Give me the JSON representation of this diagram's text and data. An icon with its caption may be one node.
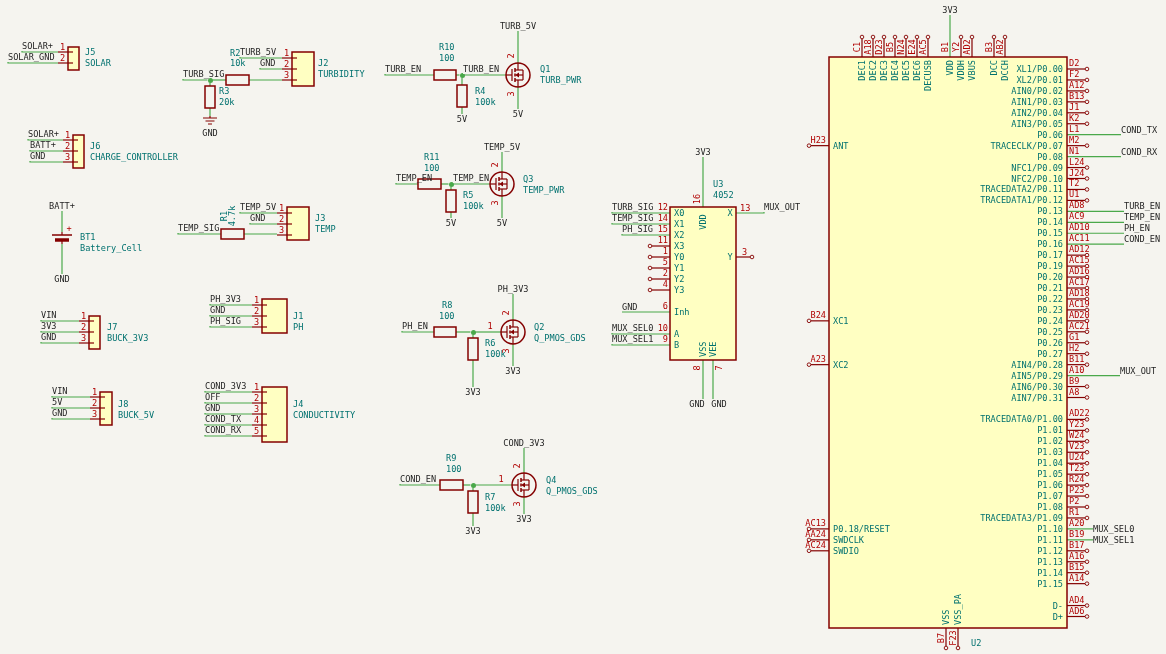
{
  "diagram": {
    "nodes": [
      {
        "text": [
          "SOLAR+"
        ]
      },
      {
        "text": [
          "SOLAR_GND"
        ]
      },
      {
        "text": [
          "J5",
          "SOLAR"
        ],
        "beside": [
          "1",
          "2"
        ]
      },
      {
        "text": [
          "TURB_SIG"
        ]
      },
      {
        "text": [
          "R2",
          "10k"
        ]
      },
      {
        "text": [
          "R3",
          "20k"
        ]
      },
      {
        "text": [
          "GND"
        ]
      },
      {
        "text": [
          "TURB_5V"
        ]
      },
      {
        "text": [
          "GND"
        ]
      },
      {
        "text": [
          "J2",
          "TURBIDITY"
        ],
        "beside": [
          "1",
          "2",
          "3"
        ]
      },
      {
        "text": [
          "SOLAR+"
        ]
      },
      {
        "text": [
          "BATT+"
        ]
      },
      {
        "text": [
          "GND"
        ]
      },
      {
        "text": [
          "J6",
          "CHARGE_CONTROLLER"
        ],
        "beside": [
          "1",
          "2",
          "3"
        ]
      },
      {
        "text": [
          "BATT+"
        ]
      },
      {
        "text": [
          "BT1",
          "Battery_Cell"
        ],
        "beside": [
          "+"
        ]
      },
      {
        "text": [
          "GND"
        ]
      },
      {
        "text": [
          "TEMP_SIG"
        ]
      },
      {
        "text": [
          "R1",
          "4.7k"
        ]
      },
      {
        "text": [
          "TEMP_5V"
        ]
      },
      {
        "text": [
          "GND"
        ]
      },
      {
        "text": [
          "J3",
          "TEMP"
        ],
        "beside": [
          "1",
          "2",
          "3"
        ]
      },
      {
        "text": [
          "VIN"
        ]
      },
      {
        "text": [
          "3V3"
        ]
      },
      {
        "text": [
          "GND"
        ]
      },
      {
        "text": [
          "J7",
          "BUCK_3V3"
        ],
        "beside": [
          "1",
          "2",
          "3"
        ]
      },
      {
        "text": [
          "PH_3V3"
        ]
      },
      {
        "text": [
          "GND"
        ]
      },
      {
        "text": [
          "PH_SIG"
        ]
      },
      {
        "text": [
          "J1",
          "PH"
        ],
        "beside": [
          "1",
          "2",
          "3"
        ]
      },
      {
        "text": [
          "VIN"
        ]
      },
      {
        "text": [
          "5V"
        ]
      },
      {
        "text": [
          "GND"
        ]
      },
      {
        "text": [
          "J8",
          "BUCK_5V"
        ],
        "beside": [
          "1",
          "2",
          "3"
        ]
      },
      {
        "text": [
          "COND_3V3"
        ]
      },
      {
        "text": [
          "OFF"
        ]
      },
      {
        "text": [
          "GND"
        ]
      },
      {
        "text": [
          "COND_TX"
        ]
      },
      {
        "text": [
          "COND_RX"
        ]
      },
      {
        "text": [
          "J4",
          "CONDUCTIVITY"
        ],
        "beside": [
          "1",
          "2",
          "3",
          "4",
          "5"
        ]
      },
      {
        "text": [
          "TURB_EN"
        ]
      },
      {
        "text": [
          "R10",
          "100"
        ]
      },
      {
        "text": [
          "R4",
          "100k"
        ]
      },
      {
        "text": [
          "5V"
        ]
      },
      {
        "text": [
          "TURB_5V"
        ]
      },
      {
        "text": [
          "Q1",
          "TURB_PWR"
        ],
        "beside": [
          "2",
          "3"
        ]
      },
      {
        "text": [
          "5V"
        ]
      },
      {
        "text": [
          "TEMP_EN"
        ]
      },
      {
        "text": [
          "R11",
          "100"
        ]
      },
      {
        "text": [
          "R5",
          "100k"
        ]
      },
      {
        "text": [
          "5V"
        ]
      },
      {
        "text": [
          "TEMP_5V"
        ]
      },
      {
        "text": [
          "Q3",
          "TEMP_PWR"
        ],
        "beside": [
          "2",
          "3"
        ]
      },
      {
        "text": [
          "5V"
        ]
      },
      {
        "text": [
          "PH_EN"
        ]
      },
      {
        "text": [
          "R8",
          "100"
        ]
      },
      {
        "text": [
          "R6",
          "100k"
        ]
      },
      {
        "text": [
          "3V3"
        ]
      },
      {
        "text": [
          "PH_3V3"
        ]
      },
      {
        "text": [
          "Q2",
          "Q_PMOS_GDS"
        ],
        "beside": [
          "1",
          "2",
          "3"
        ]
      },
      {
        "text": [
          "3V3"
        ]
      },
      {
        "text": [
          "COND_EN"
        ]
      },
      {
        "text": [
          "R9",
          "100"
        ]
      },
      {
        "text": [
          "R7",
          "100k"
        ]
      },
      {
        "text": [
          "3V3"
        ]
      },
      {
        "text": [
          "COND_3V3"
        ]
      },
      {
        "text": [
          "Q4",
          "Q_PMOS_GDS"
        ],
        "beside": [
          "1",
          "2",
          "3"
        ]
      },
      {
        "text": [
          "3V3"
        ]
      },
      {
        "text": [
          "3V3"
        ]
      },
      {
        "text": [
          "TURB_SIG"
        ]
      },
      {
        "text": [
          "TEMP_SIG"
        ]
      },
      {
        "text": [
          "PH_SIG"
        ]
      },
      {
        "text": [
          "GND"
        ]
      },
      {
        "text": [
          "MUX_SEL0"
        ]
      },
      {
        "text": [
          "MUX_SEL1"
        ]
      },
      {
        "text": [
          "U3",
          "4052",
          "X0",
          "X1",
          "X2",
          "X3",
          "Y0",
          "Y1",
          "Y2",
          "Y3",
          "Inh",
          "A",
          "B",
          "VDD",
          "X",
          "Y",
          "VSS",
          "VEE"
        ],
        "beside": [
          "12",
          "14",
          "15",
          "11",
          "1",
          "5",
          "2",
          "4",
          "6",
          "10",
          "9",
          "16",
          "13",
          "3",
          "8",
          "7"
        ]
      },
      {
        "text": [
          "MUX_OUT"
        ]
      },
      {
        "text": [
          "GND"
        ]
      },
      {
        "text": [
          "GND"
        ]
      },
      {
        "text": [
          "3V3"
        ]
      },
      {
        "text": [
          "U2",
          "DEC1",
          "DEC2",
          "DEC3",
          "DEC4",
          "DEC5",
          "DEC6",
          "DECUSB",
          "VDD",
          "VDDH",
          "VBUS",
          "DCC",
          "DCCH",
          "ANT",
          "XC1",
          "XC2",
          "P0.18/RESET",
          "SWDCLK",
          "SWDIO",
          "XL1/P0.00",
          "XL2/P0.01",
          "AIN0/P0.02",
          "AIN1/P0.03",
          "AIN2/P0.04",
          "AIN3/P0.05",
          "P0.06",
          "TRACECLK/P0.07",
          "P0.08",
          "NFC1/P0.09",
          "NFC2/P0.10",
          "TRACEDATA2/P0.11",
          "TRACEDATA1/P0.12",
          "P0.13",
          "P0.14",
          "P0.15",
          "P0.16",
          "P0.17",
          "P0.19",
          "P0.20",
          "P0.21",
          "P0.22",
          "P0.23",
          "P0.24",
          "P0.25",
          "P0.26",
          "P0.27",
          "AIN4/P0.28",
          "AIN5/P0.29",
          "AIN6/P0.30",
          "AIN7/P0.31",
          "TRACEDATA0/P1.00",
          "P1.01",
          "P1.02",
          "P1.03",
          "P1.04",
          "P1.05",
          "P1.06",
          "P1.07",
          "P1.08",
          "TRACEDATA3/P1.09",
          "P1.10",
          "P1.11",
          "P1.12",
          "P1.13",
          "P1.14",
          "P1.15",
          "D-",
          "D+",
          "VSS",
          "VSS_PA"
        ],
        "beside": [
          "C1",
          "A18",
          "D23",
          "B5",
          "N24",
          "E24",
          "AC5",
          "B1",
          "Y2",
          "AD2",
          "B3",
          "AB2",
          "H23",
          "B24",
          "A23",
          "AC13",
          "AA24",
          "AC24",
          "D2",
          "F2",
          "A12",
          "B13",
          "J1",
          "K2",
          "L1",
          "M2",
          "N1",
          "L24",
          "J24",
          "T2",
          "U1",
          "AD8",
          "AC9",
          "AD10",
          "AC11",
          "AD12",
          "AC15",
          "AD16",
          "AC17",
          "AD18",
          "AC19",
          "AD20",
          "AC21",
          "G1",
          "H2",
          "B11",
          "A10",
          "B9",
          "A8",
          "AD22",
          "Y23",
          "W24",
          "V23",
          "U24",
          "T23",
          "R24",
          "P23",
          "P2",
          "R1",
          "A20",
          "B19",
          "B17",
          "A16",
          "B15",
          "A14",
          "AD4",
          "AD6",
          "B7",
          "F23"
        ]
      },
      {
        "text": [
          "COND_TX"
        ]
      },
      {
        "text": [
          "COND_RX"
        ]
      },
      {
        "text": [
          "TURB_EN"
        ]
      },
      {
        "text": [
          "TEMP_EN"
        ]
      },
      {
        "text": [
          "PH_EN"
        ]
      },
      {
        "text": [
          "COND_EN"
        ]
      },
      {
        "text": [
          "MUX_OUT"
        ]
      },
      {
        "text": [
          "MUX_SEL0"
        ]
      },
      {
        "text": [
          "MUX_SEL1"
        ]
      },
      {
        "text": [],
        "shape": "dot"
      },
      {
        "text": [],
        "shape": "dot"
      },
      {
        "text": [],
        "shape": "dot"
      },
      {
        "text": [],
        "shape": "dot"
      },
      {
        "text": [],
        "shape": "dot"
      }
    ],
    "edges": [
      {
        "from": 0,
        "to": 2,
        "arrow": "none"
      },
      {
        "from": 1,
        "to": 2,
        "arrow": "none"
      },
      {
        "from": 3,
        "to": 90,
        "arrow": "none"
      },
      {
        "from": 90,
        "to": 5,
        "arrow": "none"
      },
      {
        "from": 4,
        "to": 9,
        "arrow": "none"
      },
      {
        "from": 5,
        "to": 6,
        "arrow": "none"
      },
      {
        "from": 7,
        "to": 9,
        "arrow": "none"
      },
      {
        "from": 8,
        "to": 9,
        "arrow": "none"
      },
      {
        "from": 10,
        "to": 13,
        "arrow": "none"
      },
      {
        "from": 11,
        "to": 13,
        "arrow": "none"
      },
      {
        "from": 12,
        "to": 13,
        "arrow": "none"
      },
      {
        "from": 14,
        "to": 15,
        "arrow": "none"
      },
      {
        "from": 15,
        "to": 16,
        "arrow": "none"
      },
      {
        "from": 17,
        "to": 18,
        "arrow": "none"
      },
      {
        "from": 18,
        "to": 21,
        "arrow": "none"
      },
      {
        "from": 19,
        "to": 21,
        "arrow": "none"
      },
      {
        "from": 20,
        "to": 21,
        "arrow": "none"
      },
      {
        "from": 22,
        "to": 25,
        "arrow": "none"
      },
      {
        "from": 23,
        "to": 25,
        "arrow": "none"
      },
      {
        "from": 24,
        "to": 25,
        "arrow": "none"
      },
      {
        "from": 26,
        "to": 29,
        "arrow": "none"
      },
      {
        "from": 27,
        "to": 29,
        "arrow": "none"
      },
      {
        "from": 28,
        "to": 29,
        "arrow": "none"
      },
      {
        "from": 30,
        "to": 33,
        "arrow": "none"
      },
      {
        "from": 31,
        "to": 33,
        "arrow": "none"
      },
      {
        "from": 32,
        "to": 33,
        "arrow": "none"
      },
      {
        "from": 34,
        "to": 39,
        "arrow": "none"
      },
      {
        "from": 35,
        "to": 39,
        "arrow": "none"
      },
      {
        "from": 36,
        "to": 39,
        "arrow": "none"
      },
      {
        "from": 37,
        "to": 39,
        "arrow": "none"
      },
      {
        "from": 38,
        "to": 39,
        "arrow": "none"
      },
      {
        "from": 40,
        "to": 41,
        "arrow": "none"
      },
      {
        "from": 91,
        "to": 45,
        "arrow": "none",
        "label": "TURB_EN"
      },
      {
        "from": 91,
        "to": 42,
        "arrow": "none"
      },
      {
        "from": 42,
        "to": 43,
        "arrow": "none"
      },
      {
        "from": 44,
        "to": 45,
        "arrow": "none"
      },
      {
        "from": 45,
        "to": 46,
        "arrow": "none"
      },
      {
        "from": 47,
        "to": 48,
        "arrow": "none"
      },
      {
        "from": 92,
        "to": 52,
        "arrow": "none",
        "label": "TEMP_EN"
      },
      {
        "from": 92,
        "to": 49,
        "arrow": "none"
      },
      {
        "from": 49,
        "to": 50,
        "arrow": "none"
      },
      {
        "from": 51,
        "to": 52,
        "arrow": "none"
      },
      {
        "from": 52,
        "to": 53,
        "arrow": "none"
      },
      {
        "from": 54,
        "to": 55,
        "arrow": "none"
      },
      {
        "from": 93,
        "to": 59,
        "arrow": "none"
      },
      {
        "from": 93,
        "to": 56,
        "arrow": "none"
      },
      {
        "from": 56,
        "to": 57,
        "arrow": "none"
      },
      {
        "from": 58,
        "to": 59,
        "arrow": "none"
      },
      {
        "from": 59,
        "to": 60,
        "arrow": "none"
      },
      {
        "from": 61,
        "to": 62,
        "arrow": "none"
      },
      {
        "from": 94,
        "to": 66,
        "arrow": "none"
      },
      {
        "from": 94,
        "to": 63,
        "arrow": "none"
      },
      {
        "from": 63,
        "to": 64,
        "arrow": "none"
      },
      {
        "from": 65,
        "to": 66,
        "arrow": "none"
      },
      {
        "from": 66,
        "to": 67,
        "arrow": "none"
      },
      {
        "from": 68,
        "to": 75,
        "arrow": "none"
      },
      {
        "from": 69,
        "to": 75,
        "arrow": "none"
      },
      {
        "from": 70,
        "to": 75,
        "arrow": "none"
      },
      {
        "from": 71,
        "to": 75,
        "arrow": "none"
      },
      {
        "from": 72,
        "to": 75,
        "arrow": "none"
      },
      {
        "from": 73,
        "to": 75,
        "arrow": "none"
      },
      {
        "from": 74,
        "to": 75,
        "arrow": "none"
      },
      {
        "from": 75,
        "to": 76,
        "arrow": "none"
      },
      {
        "from": 75,
        "to": 77,
        "arrow": "none"
      },
      {
        "from": 75,
        "to": 78,
        "arrow": "none"
      },
      {
        "from": 79,
        "to": 80,
        "arrow": "none"
      },
      {
        "from": 80,
        "to": 81,
        "arrow": "none"
      },
      {
        "from": 80,
        "to": 82,
        "arrow": "none"
      },
      {
        "from": 80,
        "to": 83,
        "arrow": "none"
      },
      {
        "from": 80,
        "to": 84,
        "arrow": "none"
      },
      {
        "from": 80,
        "to": 85,
        "arrow": "none"
      },
      {
        "from": 80,
        "to": 86,
        "arrow": "none"
      },
      {
        "from": 80,
        "to": 87,
        "arrow": "none"
      },
      {
        "from": 80,
        "to": 88,
        "arrow": "none"
      },
      {
        "from": 80,
        "to": 89,
        "arrow": "none"
      },
      {
        "from": 90,
        "to": 4,
        "arrow": "none"
      },
      {
        "from": 41,
        "to": 91,
        "arrow": "none"
      },
      {
        "from": 48,
        "to": 92,
        "arrow": "none"
      },
      {
        "from": 55,
        "to": 93,
        "arrow": "none"
      },
      {
        "from": 62,
        "to": 94,
        "arrow": "none"
      }
    ]
  }
}
